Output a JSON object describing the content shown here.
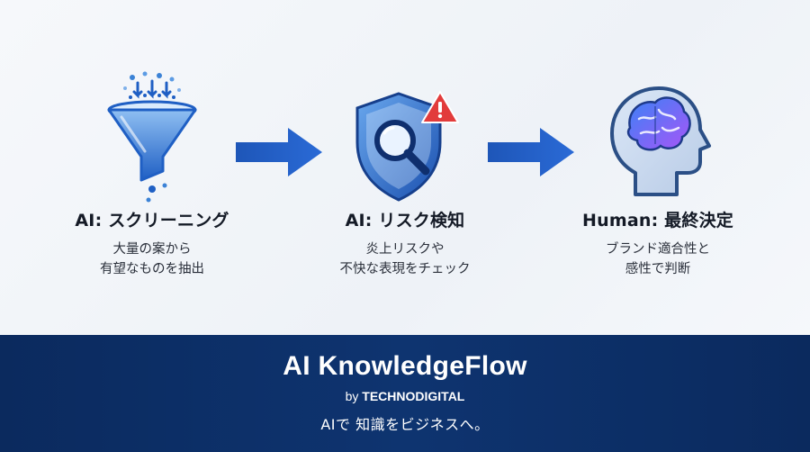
{
  "steps": [
    {
      "title": "AI: スクリーニング",
      "desc_line1": "大量の案から",
      "desc_line2": "有望なものを抽出",
      "icon": "funnel-icon"
    },
    {
      "title": "AI: リスク検知",
      "desc_line1": "炎上リスクや",
      "desc_line2": "不快な表現をチェック",
      "icon": "shield-magnifier-alert-icon"
    },
    {
      "title": "Human: 最終決定",
      "desc_line1": "ブランド適合性と",
      "desc_line2": "感性で判断",
      "icon": "brain-head-icon"
    }
  ],
  "arrows": [
    "arrow-right-icon",
    "arrow-right-icon"
  ],
  "footer": {
    "brand": "AI KnowledgeFlow",
    "by_prefix": "by",
    "by_company": "TECHNODIGITAL",
    "tagline": "AIで 知識をビジネスへ。"
  },
  "colors": {
    "accent_blue": "#1f5fc4",
    "footer_bg": "#0e3470",
    "alert_red": "#e23b3b",
    "brain_purple": "#8b5cf6"
  }
}
